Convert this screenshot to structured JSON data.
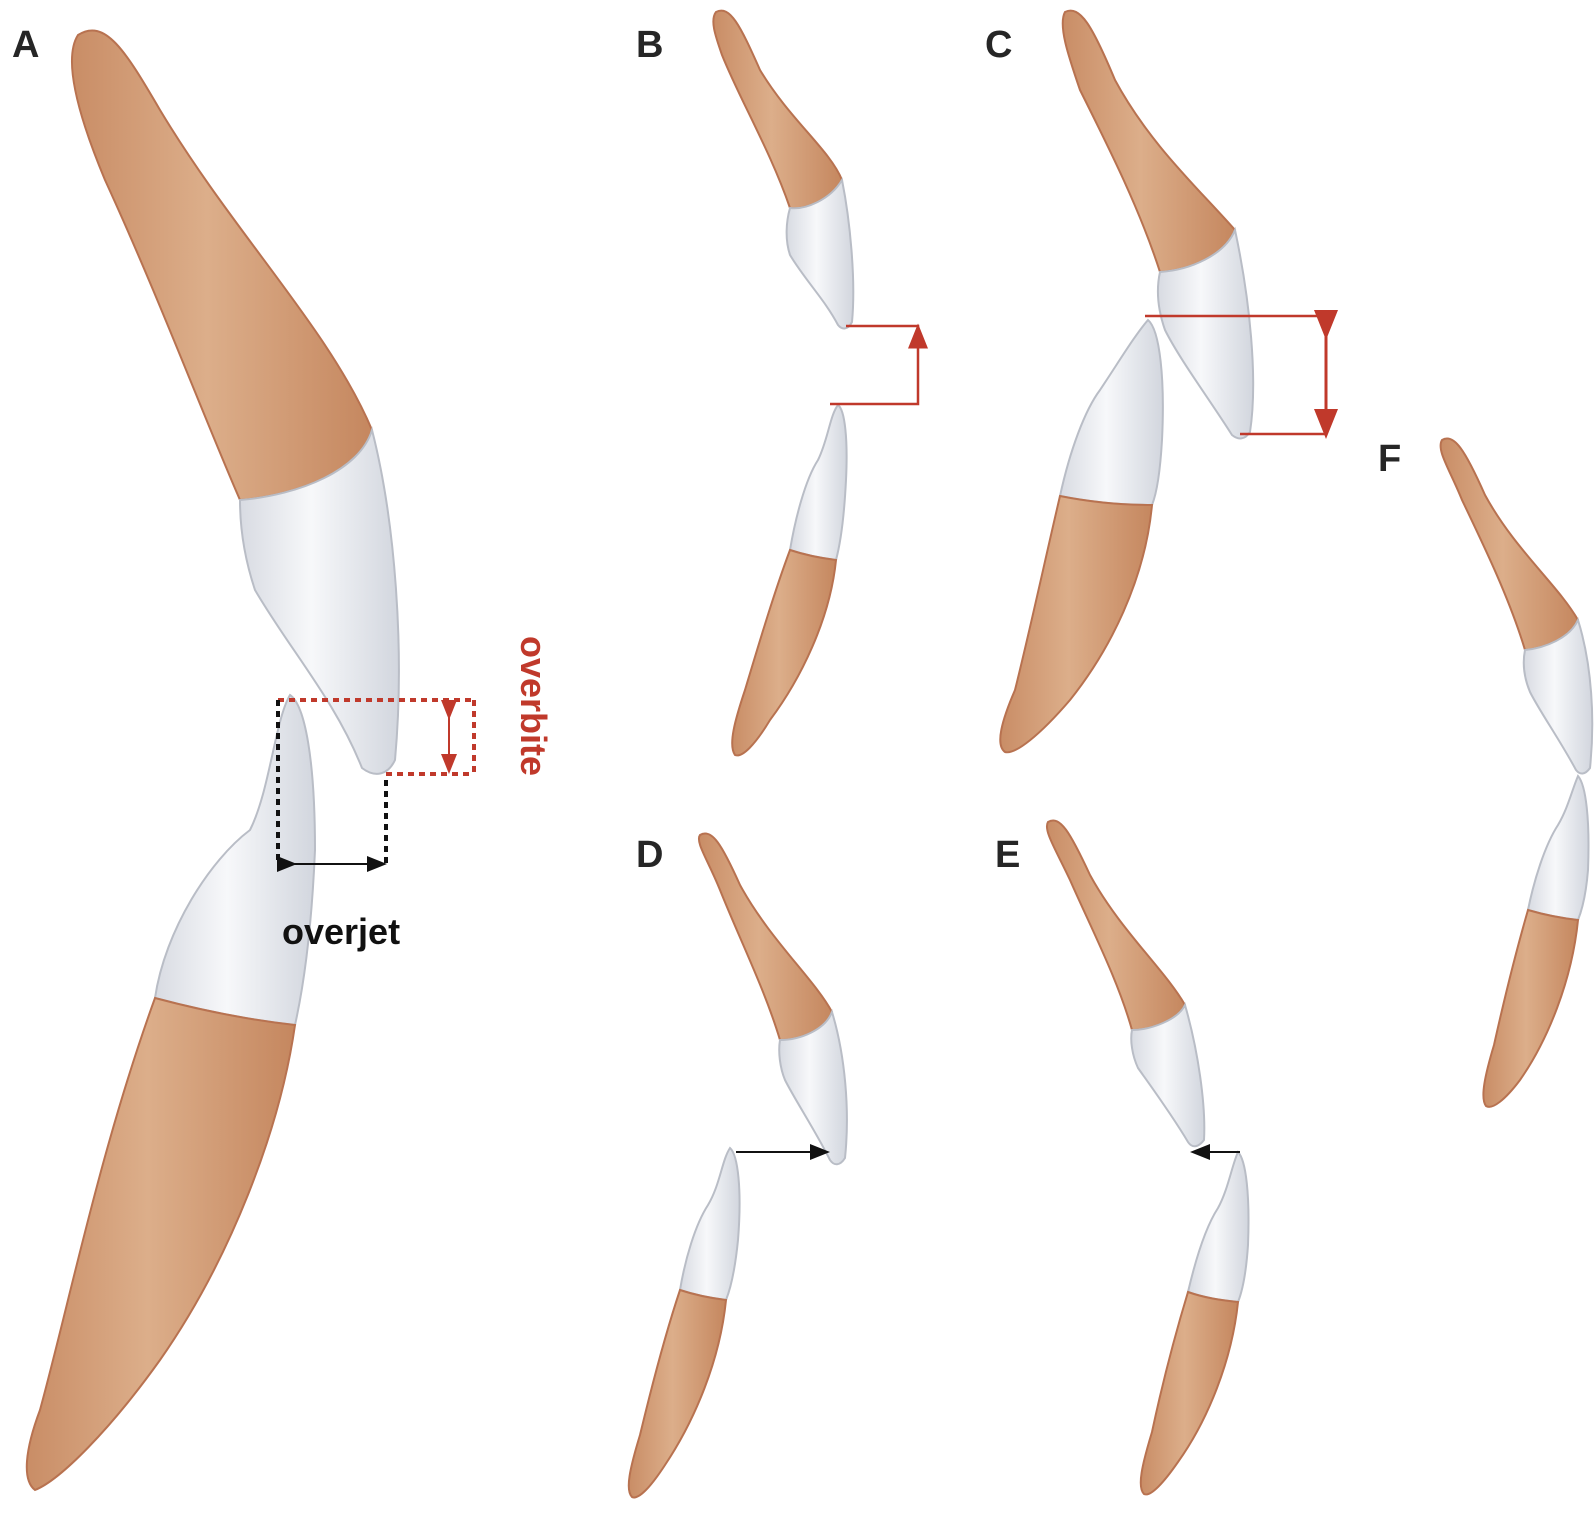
{
  "panels": {
    "a": "A",
    "b": "B",
    "c": "C",
    "d": "D",
    "e": "E",
    "f": "F"
  },
  "labels": {
    "overjet": "overjet",
    "overbite": "overbite"
  },
  "colors": {
    "root": "#d4a17a",
    "root_edge": "#b87250",
    "crown": "#eef0f4",
    "crown_edge": "#b9bdc6",
    "overbite_red": "#c0392b",
    "overjet_black": "#111111",
    "letter": "#262626"
  }
}
